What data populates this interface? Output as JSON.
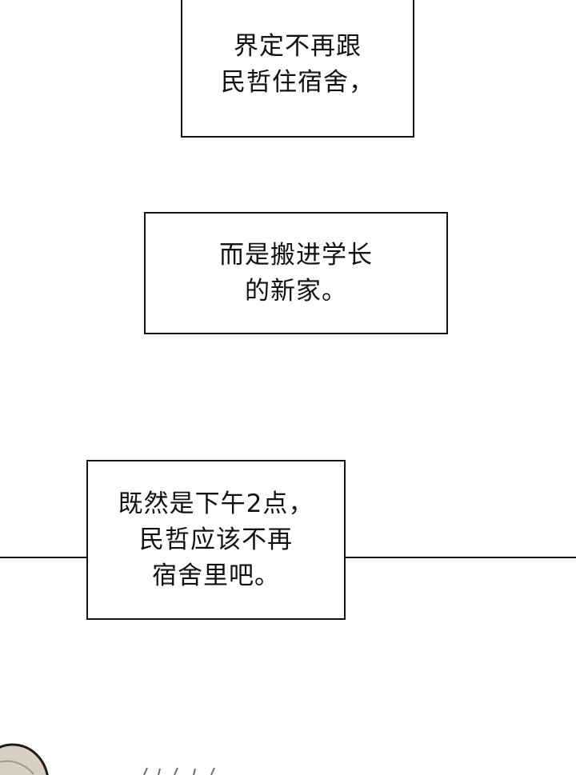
{
  "page": {
    "kind": "comic-page",
    "colors": {
      "paper": "#ffffff",
      "ink": "#141414",
      "artwork_fill": "#d8cfc5"
    }
  },
  "bubbles": [
    {
      "lines": [
        "界定不再跟",
        "民哲住宿舍，"
      ]
    },
    {
      "lines": [
        "而是搬进学长",
        "的新家。"
      ]
    },
    {
      "lines": [
        "既然是下午2点，",
        "民哲应该不再",
        "宿舍里吧。"
      ]
    }
  ]
}
